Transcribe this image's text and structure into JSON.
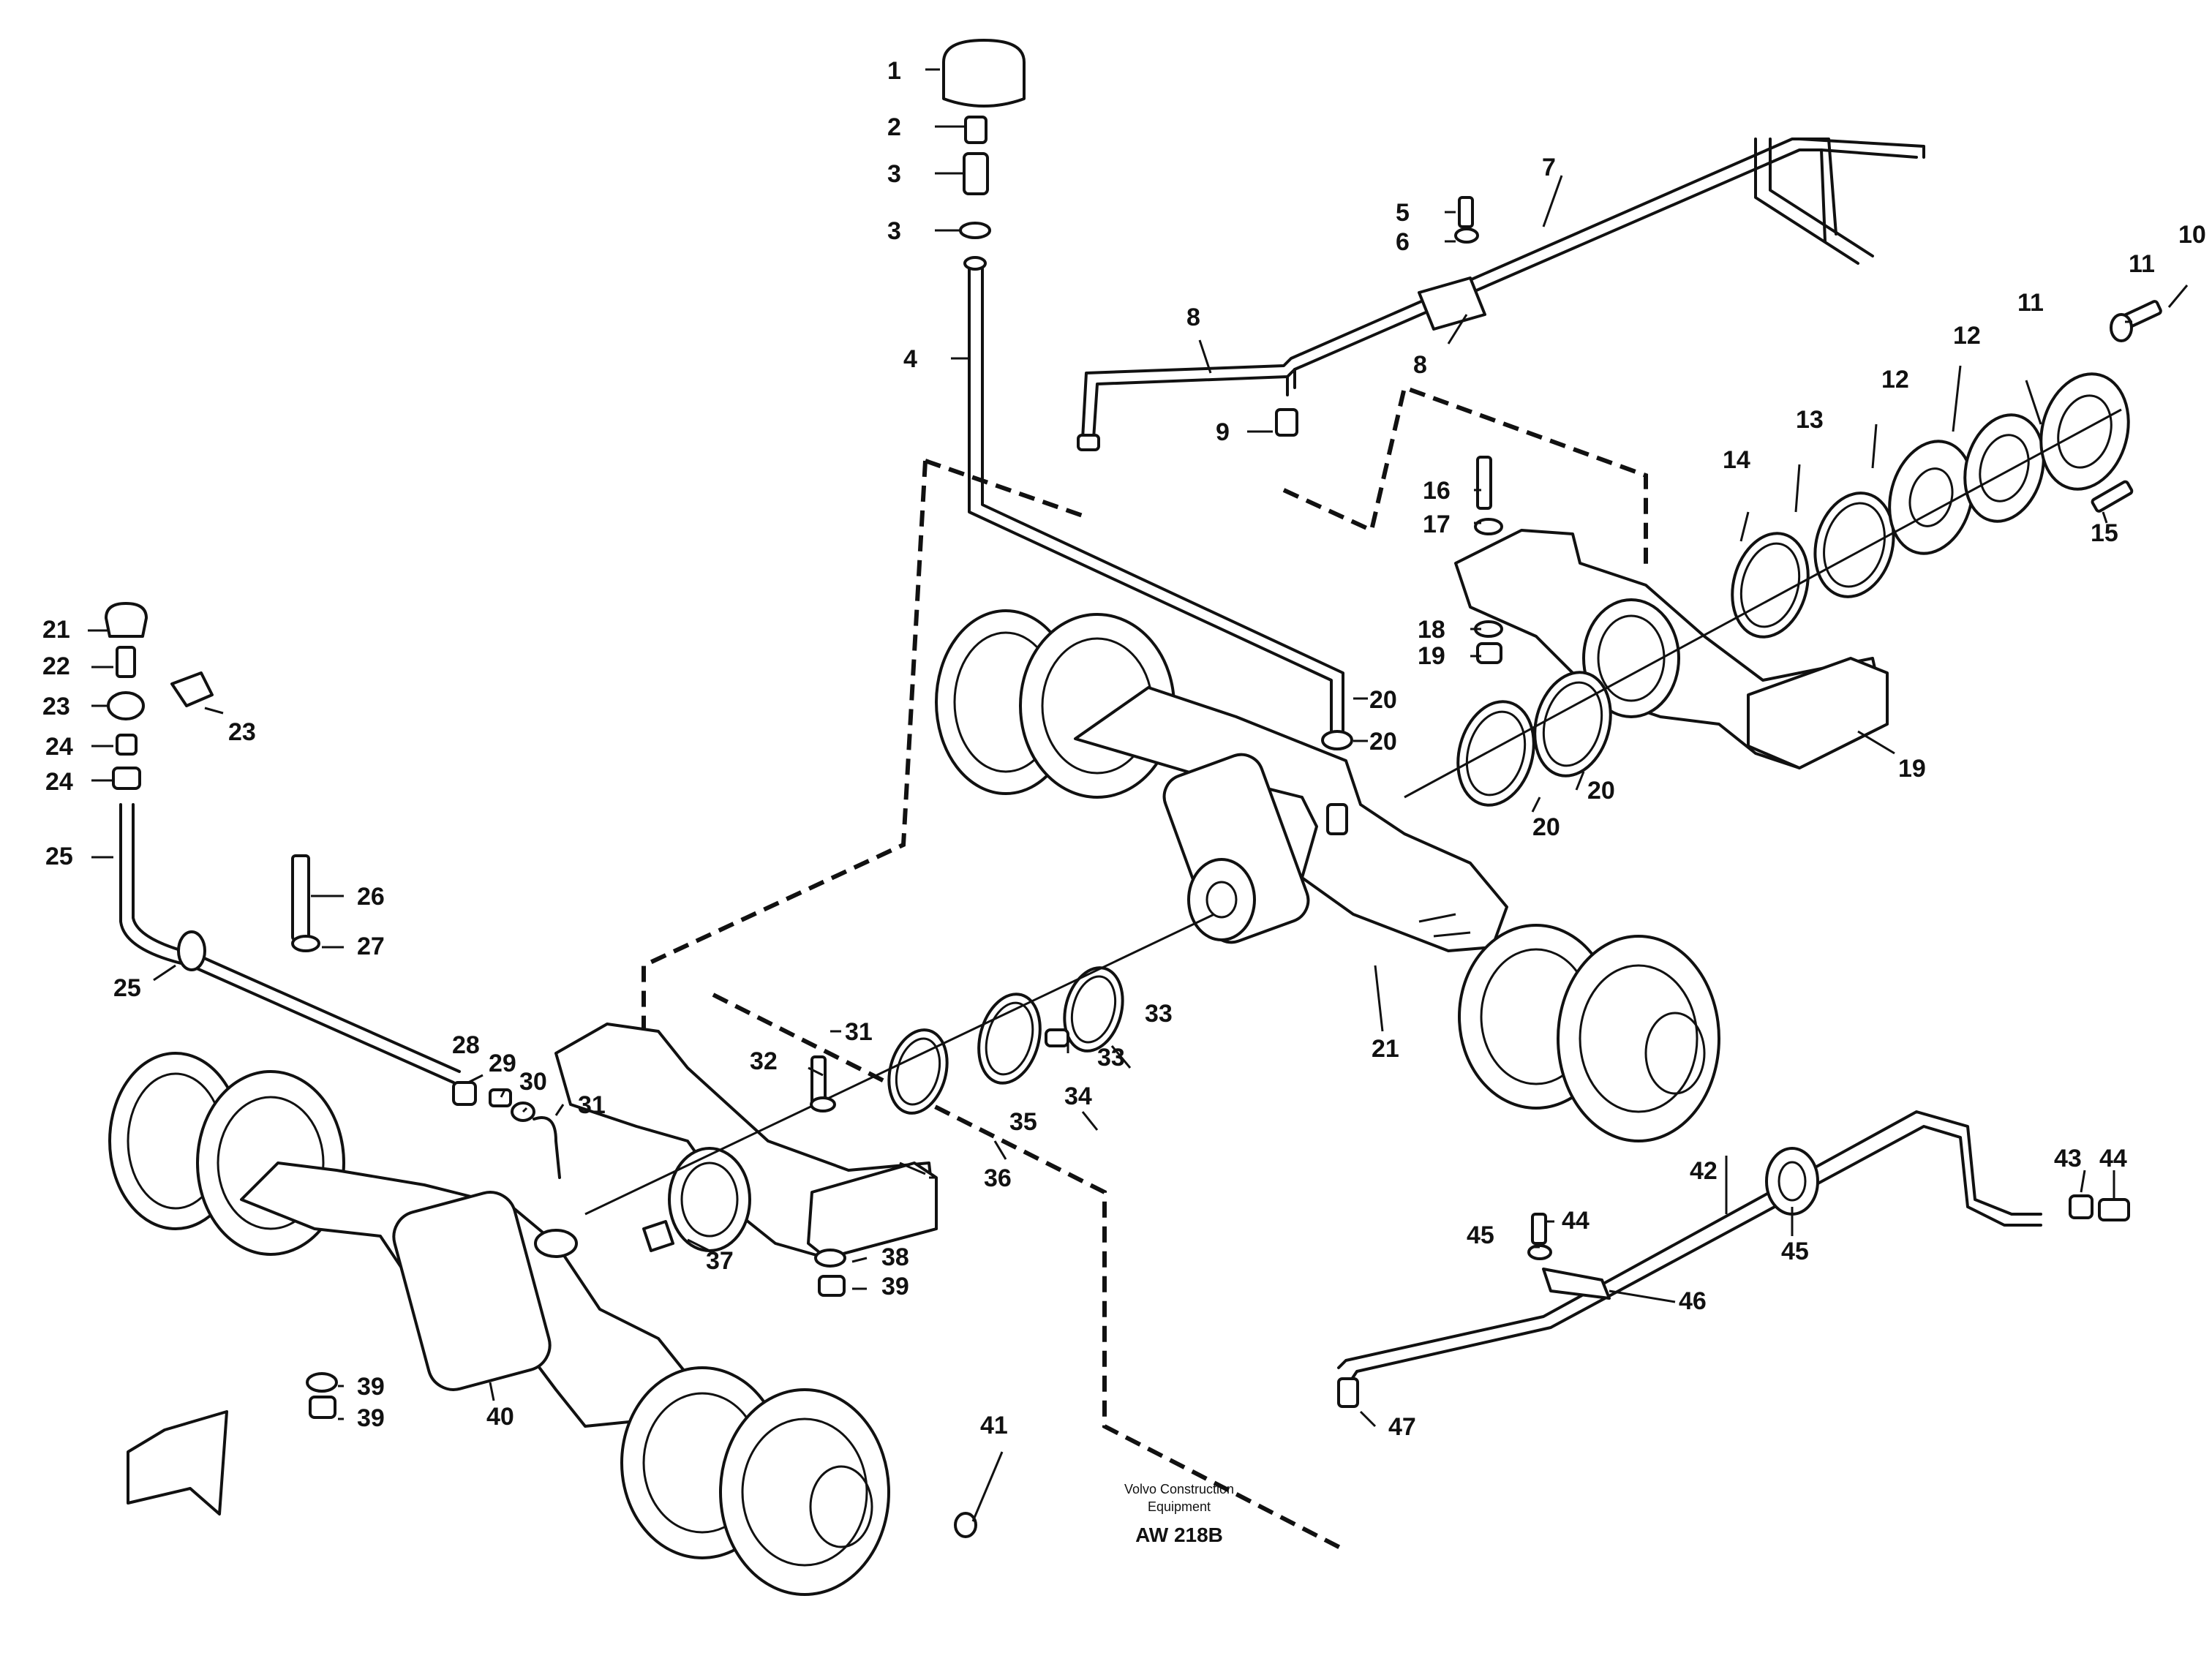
{
  "callouts": [
    "1",
    "2",
    "3",
    "3",
    "4",
    "5",
    "6",
    "7",
    "8",
    "8",
    "9",
    "10",
    "11",
    "11",
    "12",
    "12",
    "13",
    "14",
    "15",
    "16",
    "17",
    "18",
    "19",
    "19",
    "20",
    "20",
    "20",
    "20",
    "21",
    "21",
    "22",
    "23",
    "23",
    "24",
    "24",
    "25",
    "25",
    "26",
    "27",
    "28",
    "29",
    "30",
    "31",
    "31",
    "32",
    "33",
    "33",
    "34",
    "35",
    "36",
    "37",
    "38",
    "39",
    "39",
    "39",
    "40",
    "41",
    "42",
    "43",
    "44",
    "44",
    "45",
    "45",
    "46",
    "47"
  ],
  "footer": {
    "company_line1": "Volvo Construction",
    "company_line2": "Equipment",
    "drawing_code": "AW 218B"
  }
}
